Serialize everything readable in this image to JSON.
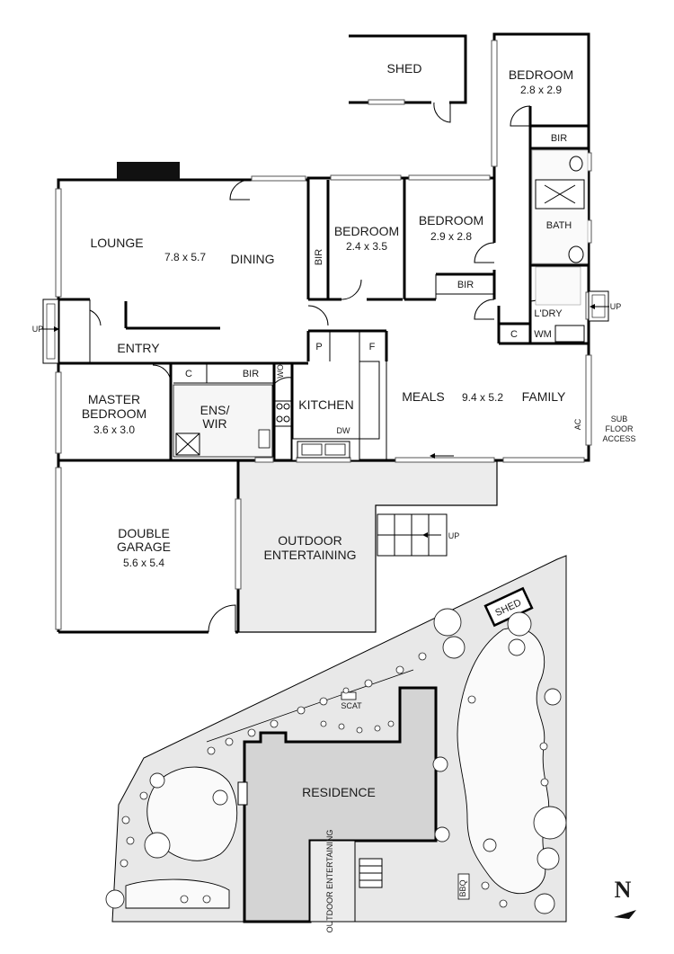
{
  "floorplan": {
    "rooms": {
      "shed": {
        "name": "SHED"
      },
      "bedroom3": {
        "name": "BEDROOM",
        "dim": "2.8 x 2.9"
      },
      "bir_top": {
        "name": "BIR"
      },
      "bath": {
        "name": "BATH"
      },
      "bedroom1": {
        "name": "BEDROOM",
        "dim": "2.4 x 3.5"
      },
      "bir_v": {
        "name": "BIR"
      },
      "bedroom2": {
        "name": "BEDROOM",
        "dim": "2.9 x 2.8"
      },
      "bir_b2": {
        "name": "BIR"
      },
      "lounge": {
        "name": "LOUNGE",
        "dim": "7.8 x 5.7"
      },
      "dining": {
        "name": "DINING"
      },
      "up_left": {
        "name": "UP"
      },
      "entry": {
        "name": "ENTRY"
      },
      "laundry": {
        "name": "L'DRY"
      },
      "up_right": {
        "name": "UP"
      },
      "c_laundry": {
        "name": "C"
      },
      "wm": {
        "name": "WM"
      },
      "pantry": {
        "name": "P"
      },
      "fridge": {
        "name": "F"
      },
      "c_entry": {
        "name": "C"
      },
      "bir_ens": {
        "name": "BIR"
      },
      "wo": {
        "name": "WO"
      },
      "master": {
        "name1": "MASTER",
        "name2": "BEDROOM",
        "dim": "3.6 x 3.0"
      },
      "ens": {
        "name1": "ENS/",
        "name2": "WIR"
      },
      "kitchen": {
        "name": "KITCHEN"
      },
      "dw": {
        "name": "DW"
      },
      "meals": {
        "name": "MEALS",
        "dim": "9.4 x 5.2"
      },
      "family": {
        "name": "FAMILY"
      },
      "ac": {
        "name": "AC"
      },
      "subfloor": {
        "l1": "SUB",
        "l2": "FLOOR",
        "l3": "ACCESS"
      },
      "garage": {
        "name1": "DOUBLE",
        "name2": "GARAGE",
        "dim": "5.6 x 5.4"
      },
      "outdoor": {
        "name1": "OUTDOOR",
        "name2": "ENTERTAINING"
      },
      "up_deck": {
        "name": "UP"
      }
    }
  },
  "siteplan": {
    "shed": "SHED",
    "scat": "SCAT",
    "residence": "RESIDENCE",
    "outdoor_entertaining": "OUTDOOR ENTERTAINING",
    "bbq": "BBQ",
    "north": "N"
  }
}
